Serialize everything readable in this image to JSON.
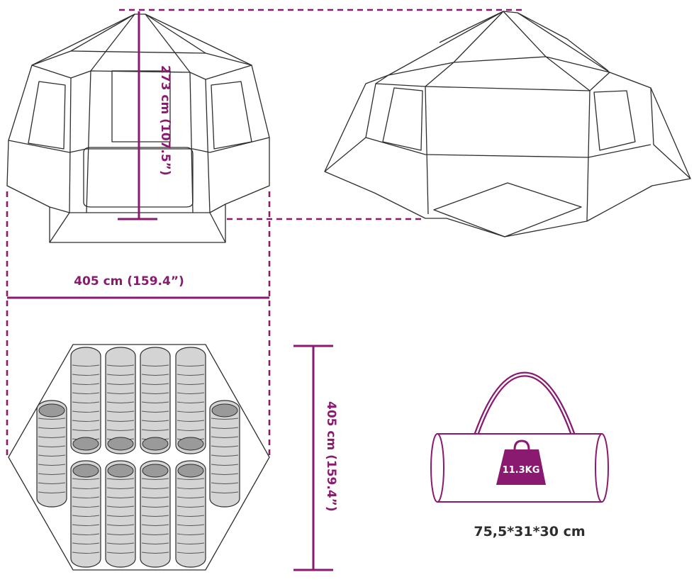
{
  "colors": {
    "accent": "#8a1a6f",
    "line": "#2d2d2d",
    "bag_fill": "#d4d4d4",
    "bag_handle": "#b040a0"
  },
  "dimensions": {
    "height_label": "273 cm (107.5”)",
    "width_label": "405 cm (159.4”)",
    "depth_label": "405 cm (159.4”)"
  },
  "carry_bag": {
    "weight_label": "11.3KG",
    "size_label": "75,5*31*30 cm",
    "icon": "weight-icon"
  },
  "floor_plan": {
    "sleeping_bag_count": 10
  }
}
